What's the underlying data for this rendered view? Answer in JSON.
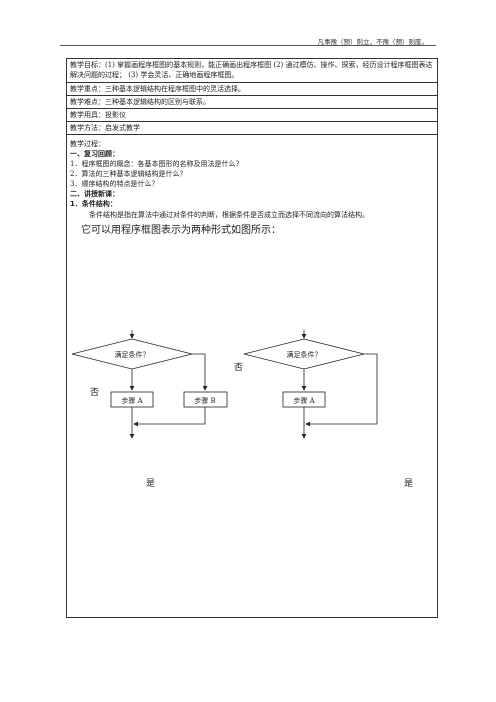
{
  "header": {
    "note": "凡事豫（预）则立，不豫（预）则废。"
  },
  "rows": {
    "goal": "教学目标：(1) 掌握画程序框图的基本规则，能正确画出程序框图 (2) 通过模仿、操作、探索，经历设计程序框图表达解决问题的过程； (3) 学会灵活、正确地画程序框图。",
    "key_point": "教学重点：三种基本逻辑结构在程序框图中的灵活选择。",
    "difficulty": "教学难点：三种基本逻辑结构的区别与联系。",
    "tools": "教学用具：投影仪",
    "method": "教学方法：启发式教学",
    "process": "教学过程："
  },
  "content": {
    "review_heading": "一、复习回顾：",
    "review_items": [
      "1．程序框图的概念：各基本图形的名称及用法是什么?",
      "2．算法的三种基本逻辑结构是什么？",
      "3．顺序结构的特点是什么？"
    ],
    "new_heading": "二、讲授新课：",
    "sub_heading": "1．条件结构：",
    "desc": "条件结构是指在算法中通过对条件的判断，根据条件是否成立而选择不同流向的算法结构。",
    "big_line": "它可以用程序框图表示为两种形式如图所示："
  },
  "flowchart": {
    "decision": "满足条件？",
    "step_a": "步骤 A",
    "step_b": "步骤 B",
    "no": "否",
    "yes": "是"
  }
}
